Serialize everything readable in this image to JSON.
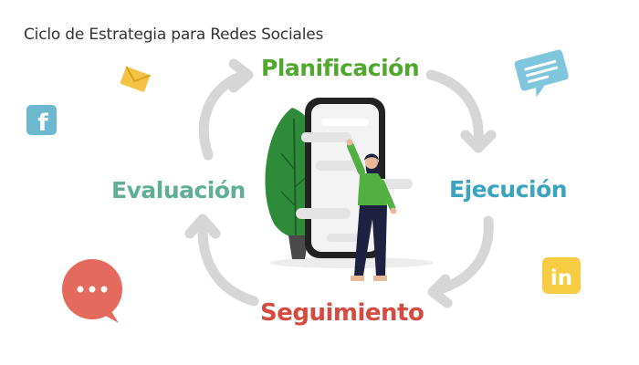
{
  "title": "Ciclo de Estrategia para Redes Sociales",
  "cycle": {
    "stages": [
      {
        "key": "planificacion",
        "label": "Planificación",
        "color": "#52a82f"
      },
      {
        "key": "ejecucion",
        "label": "Ejecución",
        "color": "#3aa3c0"
      },
      {
        "key": "seguimiento",
        "label": "Seguimiento",
        "color": "#d64b40"
      },
      {
        "key": "evaluacion",
        "label": "Evaluación",
        "color": "#5fae95"
      }
    ],
    "arrow_color": "#d6d6d6"
  },
  "icons": {
    "facebook": {
      "glyph": "f",
      "color": "#6bb8cf",
      "name": "facebook-icon"
    },
    "linkedin": {
      "glyph": "in",
      "color": "#f5cc42",
      "name": "linkedin-icon"
    },
    "chat_bubble": {
      "glyph": "•••",
      "color": "#e36a5d",
      "name": "chat-bubble-icon"
    },
    "message": {
      "color": "#7fc6dc",
      "name": "message-icon"
    },
    "envelope": {
      "color": "#f5c344",
      "name": "envelope-icon"
    }
  },
  "illustration": {
    "phone_color": "#222222",
    "plant_color": "#2e8b3a",
    "person_shirt_color": "#52b043"
  }
}
